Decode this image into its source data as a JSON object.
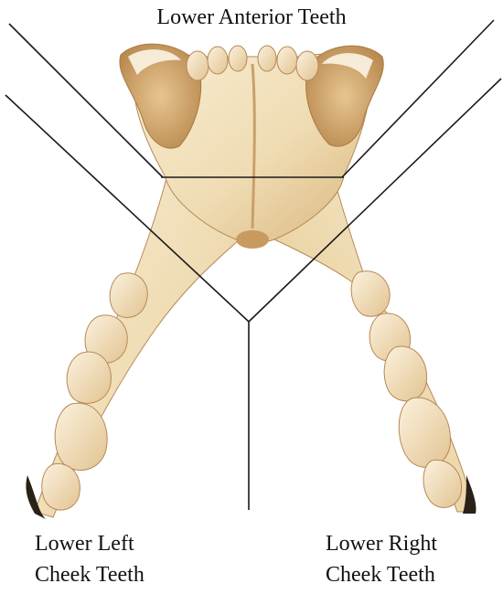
{
  "labels": {
    "anterior": "Lower Anterior Teeth",
    "left_line1": "Lower Left",
    "left_line2": "Cheek Teeth",
    "right_line1": "Lower Right",
    "right_line2": "Cheek Teeth"
  },
  "colors": {
    "bone_light": "#f4e6c8",
    "bone_mid": "#e8cf9f",
    "bone_shadow": "#c79a62",
    "tooth": "#f7ead0",
    "tooth_shadow": "#b88858",
    "dark_edge": "#2a2117",
    "leader_line": "#1a1a1a"
  }
}
